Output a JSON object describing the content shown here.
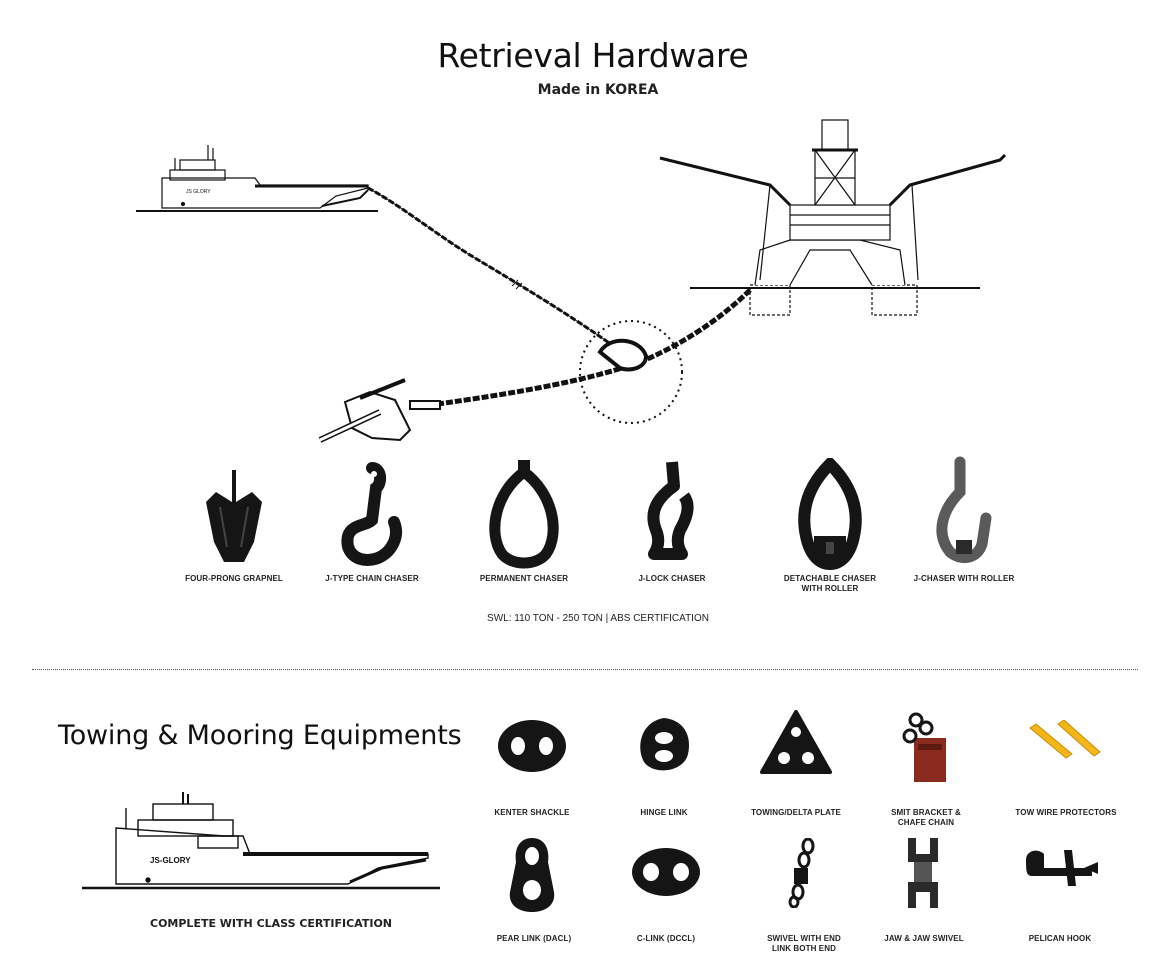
{
  "header": {
    "title": "Retrieval Hardware",
    "subtitle": "Made in KOREA"
  },
  "scene": {
    "ship_name_small": "JS GLORY"
  },
  "retrieval_items": [
    {
      "label": "FOUR-PRONG GRAPNEL",
      "icon": "grapnel-icon"
    },
    {
      "label": "J-TYPE CHAIN CHASER",
      "icon": "j-hook-icon"
    },
    {
      "label": "PERMANENT CHASER",
      "icon": "ring-chaser-icon"
    },
    {
      "label": "J-LOCK CHASER",
      "icon": "j-lock-icon"
    },
    {
      "label": "DETACHABLE CHASER\nWITH ROLLER",
      "icon": "detachable-chaser-icon"
    },
    {
      "label": "J-CHASER WITH ROLLER",
      "icon": "j-chaser-roller-icon"
    }
  ],
  "specs": "SWL: 110 TON - 250 TON  |  ABS CERTIFICATION",
  "section2": {
    "title": "Towing & Mooring Equipments",
    "ship_name": "JS-GLORY",
    "note": "COMPLETE WITH CLASS CERTIFICATION"
  },
  "mooring_items": [
    {
      "label": "KENTER SHACKLE",
      "icon": "kenter-shackle-icon"
    },
    {
      "label": "HINGE LINK",
      "icon": "hinge-link-icon"
    },
    {
      "label": "TOWING/DELTA PLATE",
      "icon": "delta-plate-icon"
    },
    {
      "label": "SMIT BRACKET &\nCHAFE CHAIN",
      "icon": "smit-bracket-icon"
    },
    {
      "label": "TOW WIRE PROTECTORS",
      "icon": "wire-protector-icon"
    },
    {
      "label": "PEAR LINK (DACL)",
      "icon": "pear-link-icon"
    },
    {
      "label": "C-LINK (DCCL)",
      "icon": "c-link-icon"
    },
    {
      "label": "SWIVEL WITH END\nLINK BOTH END",
      "icon": "swivel-icon"
    },
    {
      "label": "JAW & JAW SWIVEL",
      "icon": "jaw-swivel-icon"
    },
    {
      "label": "PELICAN HOOK",
      "icon": "pelican-hook-icon"
    }
  ],
  "colors": {
    "ink": "#111111",
    "bracket_red": "#8b2a1e",
    "protector_yellow": "#f2b619"
  }
}
